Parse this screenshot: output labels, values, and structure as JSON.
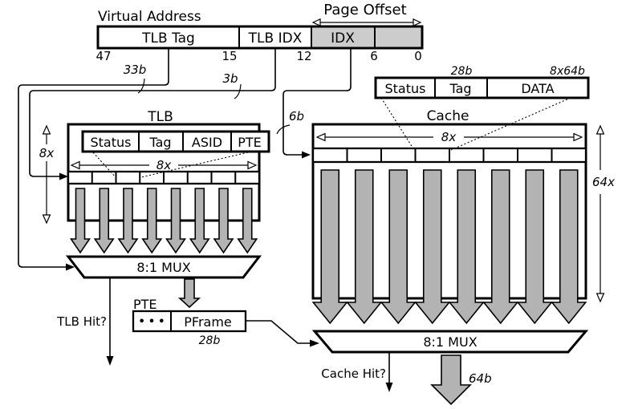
{
  "colors": {
    "ink": "#000000",
    "shade": "#cccccc",
    "arrow_fill": "#b3b3b3",
    "background": "#ffffff"
  },
  "virtual_address": {
    "title": "Virtual Address",
    "page_offset_label": "Page Offset",
    "fields": [
      "TLB Tag",
      "TLB IDX",
      "IDX",
      ""
    ],
    "bit_labels": [
      "47",
      "15",
      "12",
      "6",
      "0"
    ],
    "tap_widths": {
      "tlb_tag": "33b",
      "tlb_idx": "3b",
      "idx": "6b"
    }
  },
  "tlb": {
    "title": "TLB",
    "entry_fields": [
      "Status",
      "Tag",
      "ASID",
      "PTE"
    ],
    "height_label": "8x",
    "width_label": "8x",
    "mux_label": "8:1 MUX",
    "hit_label": "TLB Hit?",
    "pte": {
      "title": "PTE",
      "dots": "•••",
      "pframe": "PFrame",
      "width_label": "28b"
    }
  },
  "cache": {
    "title": "Cache",
    "entry_fields": [
      "Status",
      "Tag",
      "DATA"
    ],
    "entry_widths": {
      "tag": "28b",
      "data": "8x64b"
    },
    "width_label": "8x",
    "height_label": "64x",
    "mux_label": "8:1 MUX",
    "hit_label": "Cache Hit?",
    "output_width": "64b"
  }
}
